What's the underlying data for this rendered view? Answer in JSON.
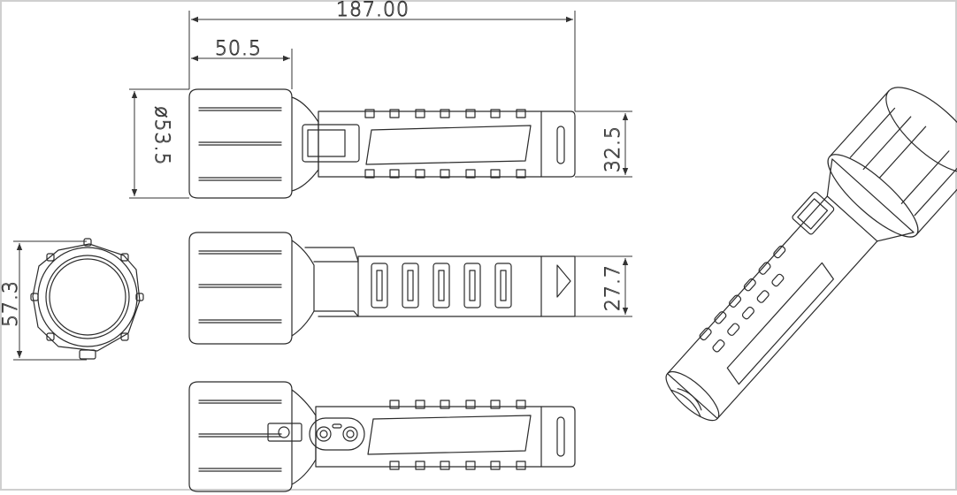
{
  "dimensions": {
    "overall_length": "187.00",
    "head_length": "50.5",
    "head_diameter": "ø53.5",
    "body_height_top": "32.5",
    "body_height_side": "27.7",
    "head_front_diameter": "57.3"
  },
  "colors": {
    "line": "#2b2b2b",
    "background": "#ffffff",
    "frame": "#cfcfcf"
  }
}
